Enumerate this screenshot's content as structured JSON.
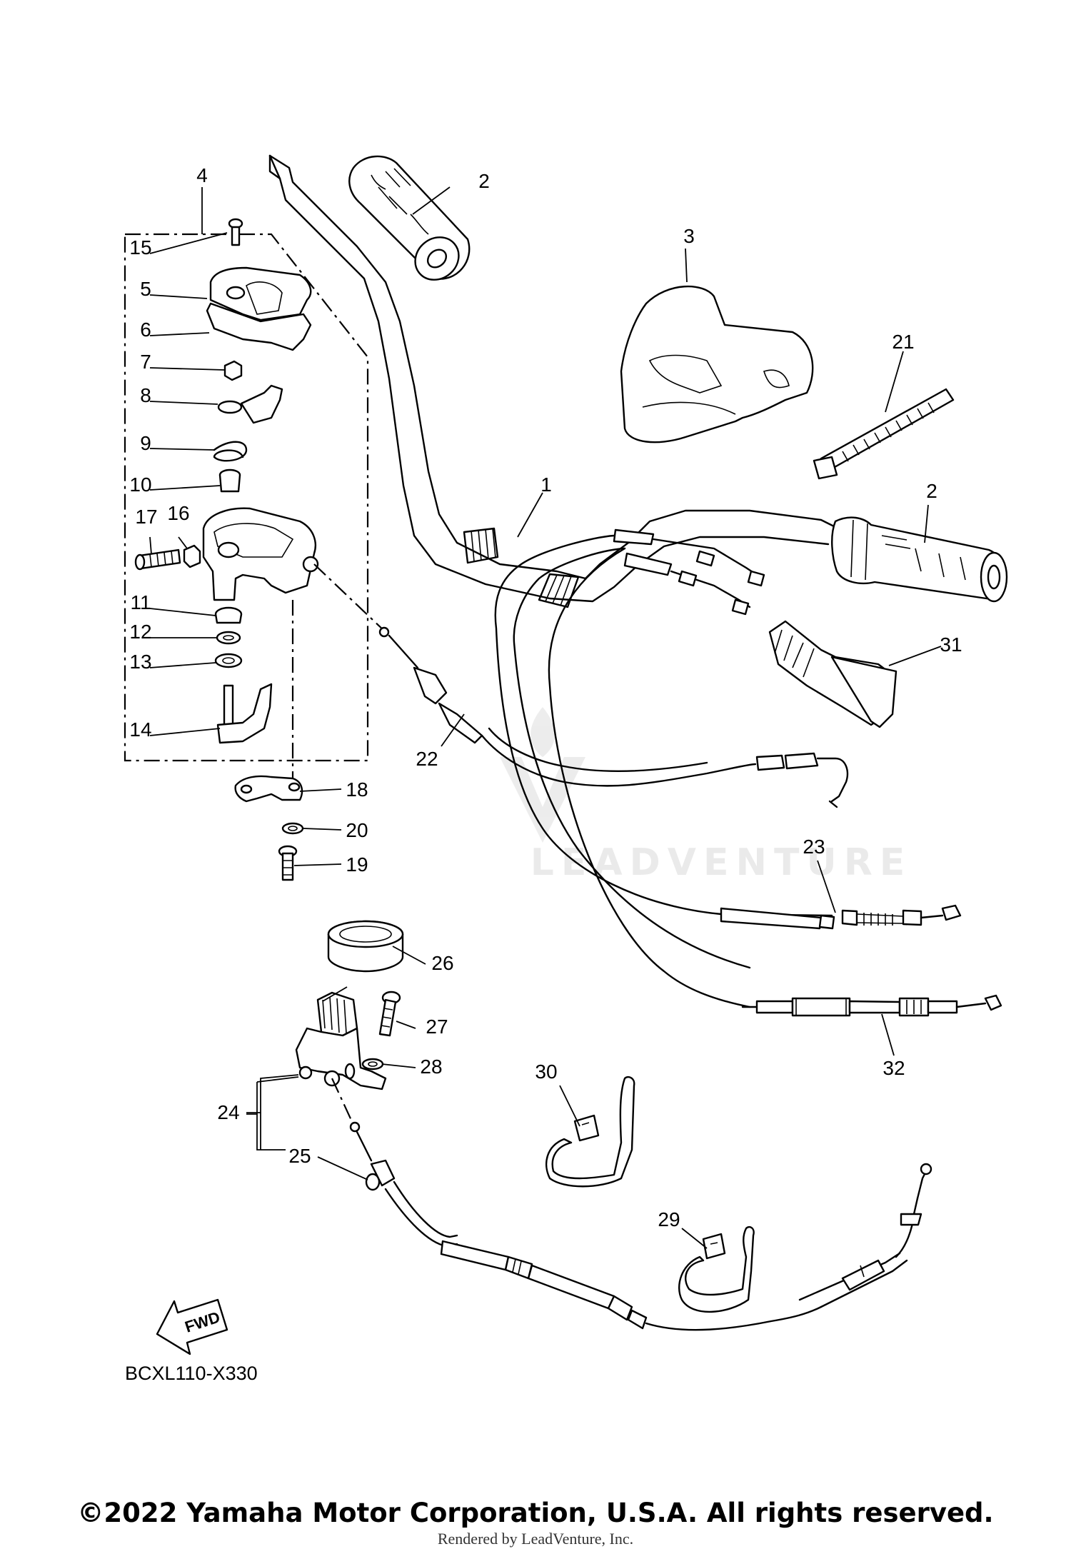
{
  "diagram": {
    "code": "BCXL110-X330",
    "fwd_label": "FWD",
    "watermark": "LEADVENTURE",
    "copyright": "©2022 Yamaha Motor Corporation, U.S.A. All rights reserved.",
    "rendered_by": "Rendered by LeadVenture, Inc.",
    "callouts": {
      "c1": "1",
      "c2a": "2",
      "c2b": "2",
      "c3": "3",
      "c4": "4",
      "c5": "5",
      "c6": "6",
      "c7": "7",
      "c8": "8",
      "c9": "9",
      "c10": "10",
      "c11": "11",
      "c12": "12",
      "c13": "13",
      "c14": "14",
      "c15": "15",
      "c16": "16",
      "c17": "17",
      "c18": "18",
      "c19": "19",
      "c20": "20",
      "c21": "21",
      "c22": "22",
      "c23": "23",
      "c24": "24",
      "c25": "25",
      "c26": "26",
      "c27": "27",
      "c28": "28",
      "c29": "29",
      "c30": "30",
      "c31": "31",
      "c32": "32"
    }
  }
}
